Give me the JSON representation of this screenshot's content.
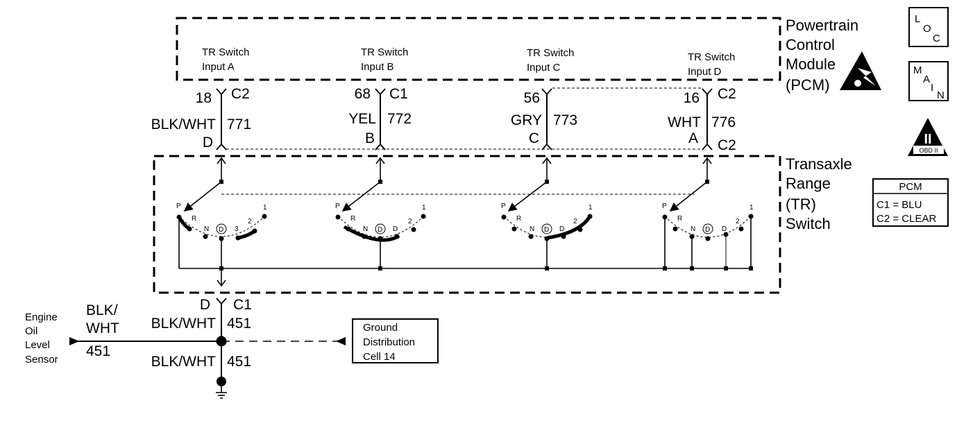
{
  "pcm": {
    "title_lines": [
      "Powertrain",
      "Control",
      "Module",
      "(PCM)"
    ],
    "inputs": [
      {
        "lines": [
          "TR Switch",
          "Input A"
        ],
        "pin": "18",
        "conn": "C2",
        "color": "BLK/WHT",
        "circuit": "771",
        "sw_pin": "D",
        "sw_conn": ""
      },
      {
        "lines": [
          "TR Switch",
          "Input B"
        ],
        "pin": "68",
        "conn": "C1",
        "color": "YEL",
        "circuit": "772",
        "sw_pin": "B",
        "sw_conn": ""
      },
      {
        "lines": [
          "TR Switch",
          "Input C"
        ],
        "pin": "56",
        "conn": "",
        "color": "GRY",
        "circuit": "773",
        "sw_pin": "C",
        "sw_conn": ""
      },
      {
        "lines": [
          "TR Switch",
          "Input D"
        ],
        "pin": "16",
        "conn": "C2",
        "color": "WHT",
        "circuit": "776",
        "sw_pin": "A",
        "sw_conn": "C2"
      }
    ]
  },
  "tr_switch": {
    "title_lines": [
      "Transaxle",
      "Range",
      "(TR)",
      "Switch"
    ],
    "groups": [
      {
        "positions": [
          "P",
          "R",
          "N",
          "D",
          "3",
          "2",
          "1"
        ]
      },
      {
        "positions": [
          "P",
          "R",
          "N",
          "D",
          "D",
          "2",
          "1"
        ]
      },
      {
        "positions": [
          "P",
          "R",
          "N",
          "D",
          "D",
          "2",
          "1"
        ]
      },
      {
        "positions": [
          "P",
          "R",
          "N",
          "D",
          "D",
          "2",
          "1"
        ]
      }
    ]
  },
  "ground_circuit": {
    "sw_pin": "D",
    "sw_conn": "C1",
    "wire_upper_color": "BLK/WHT",
    "wire_upper_circuit": "451",
    "wire_lower_color": "BLK/WHT",
    "wire_lower_circuit": "451",
    "left_wire_color_lines": [
      "BLK/",
      "WHT"
    ],
    "left_wire_circuit": "451"
  },
  "engine_oil_sensor_lines": [
    "Engine",
    "Oil",
    "Level",
    "Sensor"
  ],
  "ground_distribution_lines": [
    "Ground",
    "Distribution",
    "Cell 14"
  ],
  "legend": {
    "loc_icon": {
      "letters": [
        "L",
        "O",
        "C"
      ]
    },
    "main_icon": {
      "letters": [
        "M",
        "A",
        "I",
        "N"
      ]
    },
    "obd_icon": {
      "numeral": "II",
      "text": "OBD II"
    },
    "pcm_box": {
      "title": "PCM",
      "rows": [
        "C1 = BLU",
        "C2 = CLEAR"
      ]
    }
  }
}
